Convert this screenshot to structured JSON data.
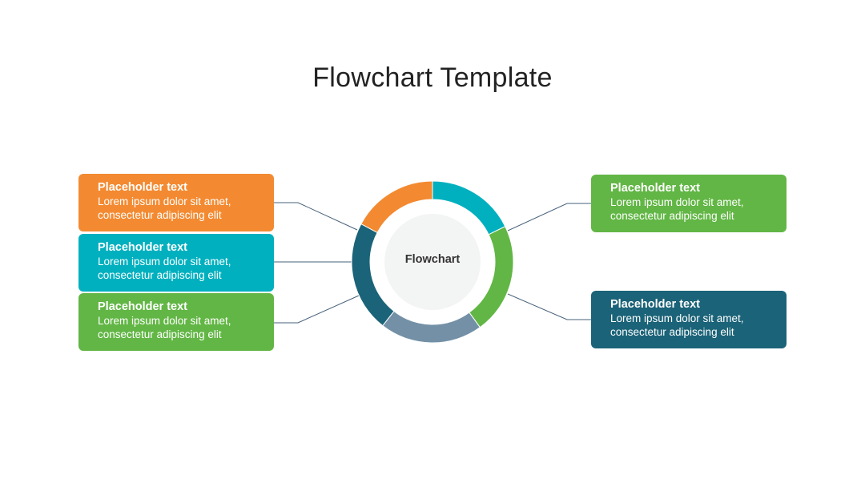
{
  "title": "Flowchart Template",
  "center": {
    "label": "Flowchart"
  },
  "boxes": {
    "left_1": {
      "heading": "Placeholder text",
      "line1": "Lorem ipsum dolor sit amet,",
      "line2": "consectetur adipiscing elit",
      "color": "#F38A31"
    },
    "left_2": {
      "heading": "Placeholder text",
      "line1": "Lorem ipsum dolor sit amet,",
      "line2": "consectetur adipiscing elit",
      "color": "#00B0BF"
    },
    "left_3": {
      "heading": "Placeholder text",
      "line1": "Lorem ipsum dolor sit amet,",
      "line2": "consectetur adipiscing elit",
      "color": "#62B645"
    },
    "right_1": {
      "heading": "Placeholder text",
      "line1": "Lorem ipsum dolor sit amet,",
      "line2": "consectetur adipiscing elit",
      "color": "#62B645"
    },
    "right_2": {
      "heading": "Placeholder text",
      "line1": "Lorem ipsum dolor sit amet,",
      "line2": "consectetur adipiscing elit",
      "color": "#1B6378"
    }
  },
  "ring_segments": [
    {
      "name": "teal",
      "color": "#00B0BF"
    },
    {
      "name": "green",
      "color": "#62B645"
    },
    {
      "name": "gray-blue",
      "color": "#7390A6"
    },
    {
      "name": "dark-teal",
      "color": "#1B6378"
    },
    {
      "name": "orange",
      "color": "#F38A31"
    }
  ],
  "colors": {
    "connector": "#46607A",
    "inner_circle": "#F3F4F4"
  }
}
